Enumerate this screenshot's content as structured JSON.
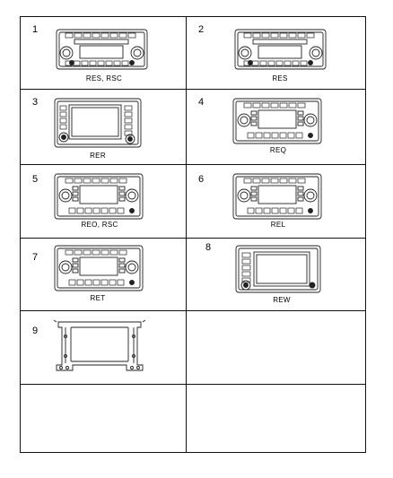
{
  "cells": [
    {
      "number": "1",
      "label": "RES, RSC",
      "kind": "radio-wide"
    },
    {
      "number": "2",
      "label": "RES",
      "kind": "radio-wide"
    },
    {
      "number": "3",
      "label": "RER",
      "kind": "radio-screen-left"
    },
    {
      "number": "4",
      "label": "REQ",
      "kind": "radio-screen-center"
    },
    {
      "number": "5",
      "label": "REO, RSC",
      "kind": "radio-screen-center"
    },
    {
      "number": "6",
      "label": "REL",
      "kind": "radio-screen-center"
    },
    {
      "number": "7",
      "label": "RET",
      "kind": "radio-screen-center"
    },
    {
      "number": "8",
      "label": "REW",
      "kind": "radio-nav"
    },
    {
      "number": "9",
      "label": "",
      "kind": "bracket"
    },
    {
      "number": "",
      "label": "",
      "kind": "empty"
    },
    {
      "number": "",
      "label": "",
      "kind": "empty"
    },
    {
      "number": "",
      "label": "",
      "kind": "empty"
    }
  ]
}
